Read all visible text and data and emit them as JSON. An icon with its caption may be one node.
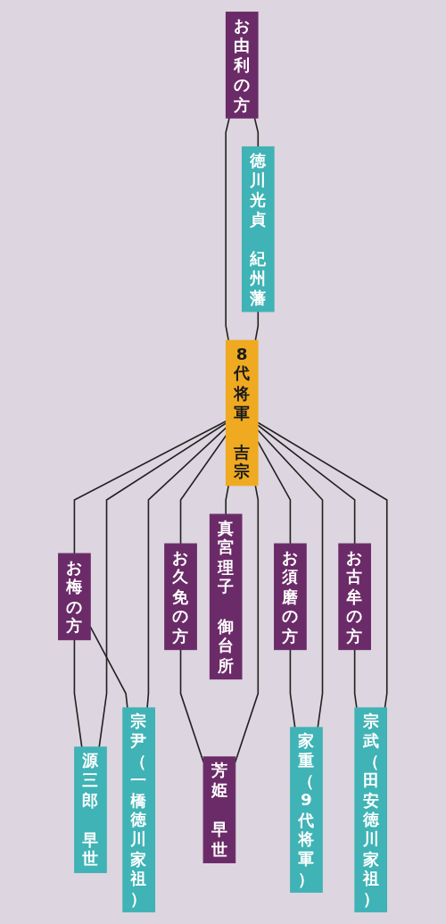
{
  "diagram": {
    "nodes": [
      {
        "text": [
          "お由利の方"
        ]
      },
      {
        "text": [
          "徳川光貞",
          "紀州藩"
        ]
      },
      {
        "text": [
          "8代将軍",
          "吉宗"
        ]
      },
      {
        "text": [
          "お梅の方"
        ]
      },
      {
        "text": [
          "源三郎",
          "早世"
        ]
      },
      {
        "text": [
          "宗尹（一橋徳川家祖）"
        ]
      },
      {
        "text": [
          "お久免の方"
        ]
      },
      {
        "text": [
          "芳姫",
          "早世"
        ]
      },
      {
        "text": [
          "お須磨の方"
        ]
      },
      {
        "text": [
          "お古牟の方"
        ]
      },
      {
        "text": [
          "真宮理子",
          "御台所"
        ]
      },
      {
        "text": [
          "家重（9代将軍）"
        ]
      },
      {
        "text": [
          "宗武（田安徳川家祖）"
        ]
      }
    ],
    "edges": [
      {
        "from": 0,
        "to": 1,
        "arrow": "none"
      },
      {
        "from": 0,
        "to": 2,
        "arrow": "none"
      },
      {
        "from": 1,
        "to": 2,
        "arrow": "none"
      },
      {
        "from": 2,
        "to": 3,
        "arrow": "none"
      },
      {
        "from": 3,
        "to": 4,
        "arrow": "none"
      },
      {
        "from": 2,
        "to": 4,
        "arrow": "none"
      },
      {
        "from": 3,
        "to": 5,
        "arrow": "none"
      },
      {
        "from": 2,
        "to": 5,
        "arrow": "none"
      },
      {
        "from": 2,
        "to": 6,
        "arrow": "none"
      },
      {
        "from": 6,
        "to": 7,
        "arrow": "none"
      },
      {
        "from": 2,
        "to": 7,
        "arrow": "none"
      },
      {
        "from": 2,
        "to": 8,
        "arrow": "none"
      },
      {
        "from": 2,
        "to": 9,
        "arrow": "none"
      },
      {
        "from": 2,
        "to": 10,
        "arrow": "none"
      },
      {
        "from": 8,
        "to": 11,
        "arrow": "none"
      },
      {
        "from": 2,
        "to": 11,
        "arrow": "none"
      },
      {
        "from": 9,
        "to": 12,
        "arrow": "none"
      },
      {
        "from": 2,
        "to": 12,
        "arrow": "none"
      }
    ]
  }
}
